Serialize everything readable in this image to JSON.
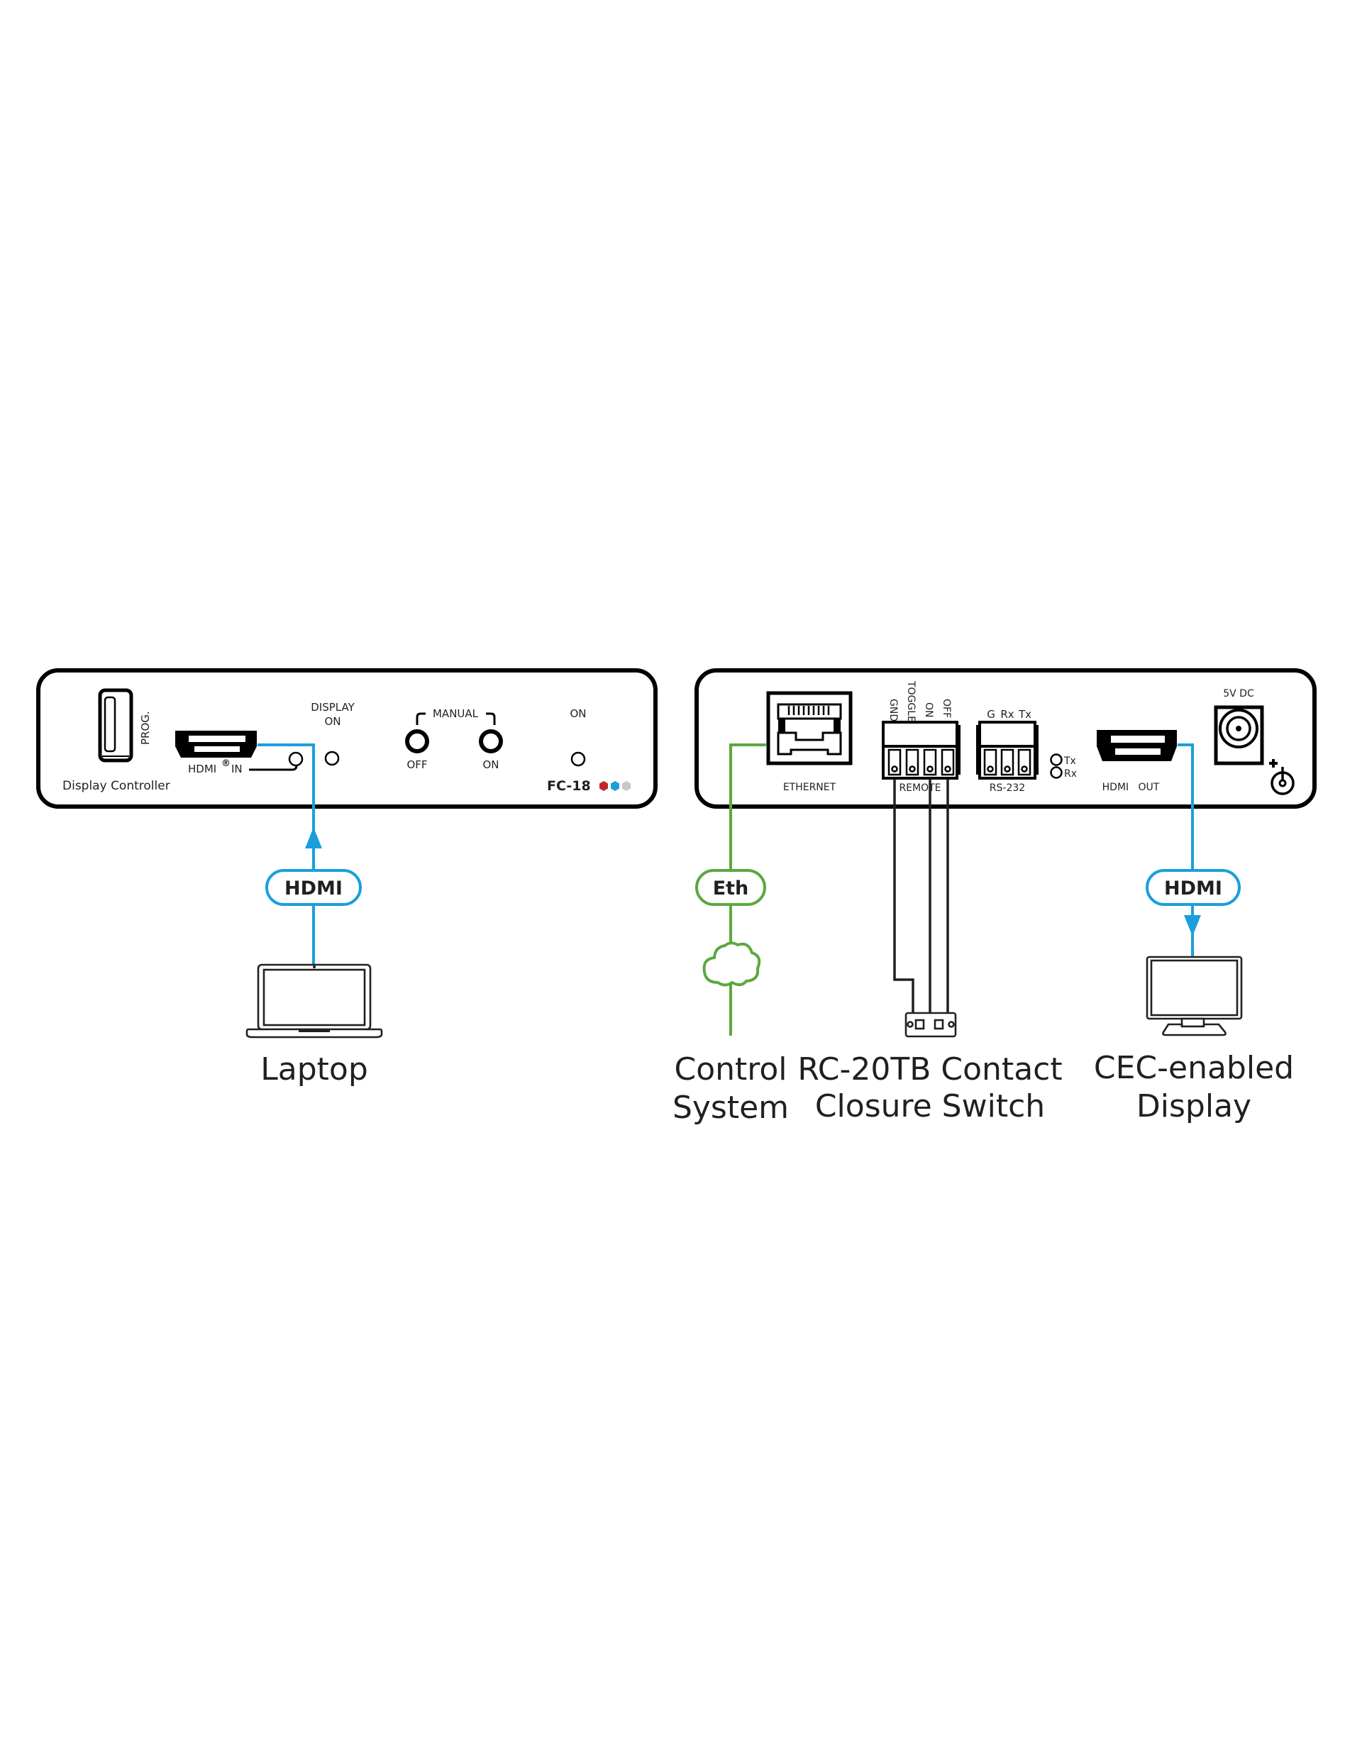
{
  "colors": {
    "hdmi": "#1a9fdc",
    "ethernet": "#5ba83f",
    "brand_red": "#c0282d",
    "brand_blue": "#1a9fdc",
    "brand_gray": "#c8c8c8"
  },
  "front_panel": {
    "device_name": "Display Controller",
    "model": "FC-18",
    "usb_label": "PROG.",
    "hdmi_in_label": "HDMI",
    "registered_mark": "®",
    "hdmi_in_suffix": "IN",
    "display_on_label_line1": "DISPLAY",
    "display_on_label_line2": "ON",
    "manual_label": "MANUAL",
    "manual_off_label": "OFF",
    "manual_on_label": "ON",
    "power_on_label": "ON"
  },
  "rear_panel": {
    "ethernet_label": "ETHERNET",
    "remote_label": "REMOTE",
    "remote_pins": [
      "GND",
      "TOGGLE",
      "ON",
      "OFF"
    ],
    "rs232_label": "RS-232",
    "rs232_pins": [
      "G",
      "Rx",
      "Tx"
    ],
    "led_tx": "Tx",
    "led_rx": "Rx",
    "hdmi_out_label": "HDMI   OUT",
    "power_label": "5V DC",
    "polarity_plus": "+"
  },
  "connections": {
    "laptop_link": "HDMI",
    "control_link": "Eth",
    "display_link": "HDMI"
  },
  "captions": {
    "laptop": "Laptop",
    "control_line1": "Control",
    "control_line2": "System",
    "switch_line1": "RC-20TB Contact",
    "switch_line2": "Closure Switch",
    "display_line1": "CEC-enabled",
    "display_line2": "Display"
  }
}
